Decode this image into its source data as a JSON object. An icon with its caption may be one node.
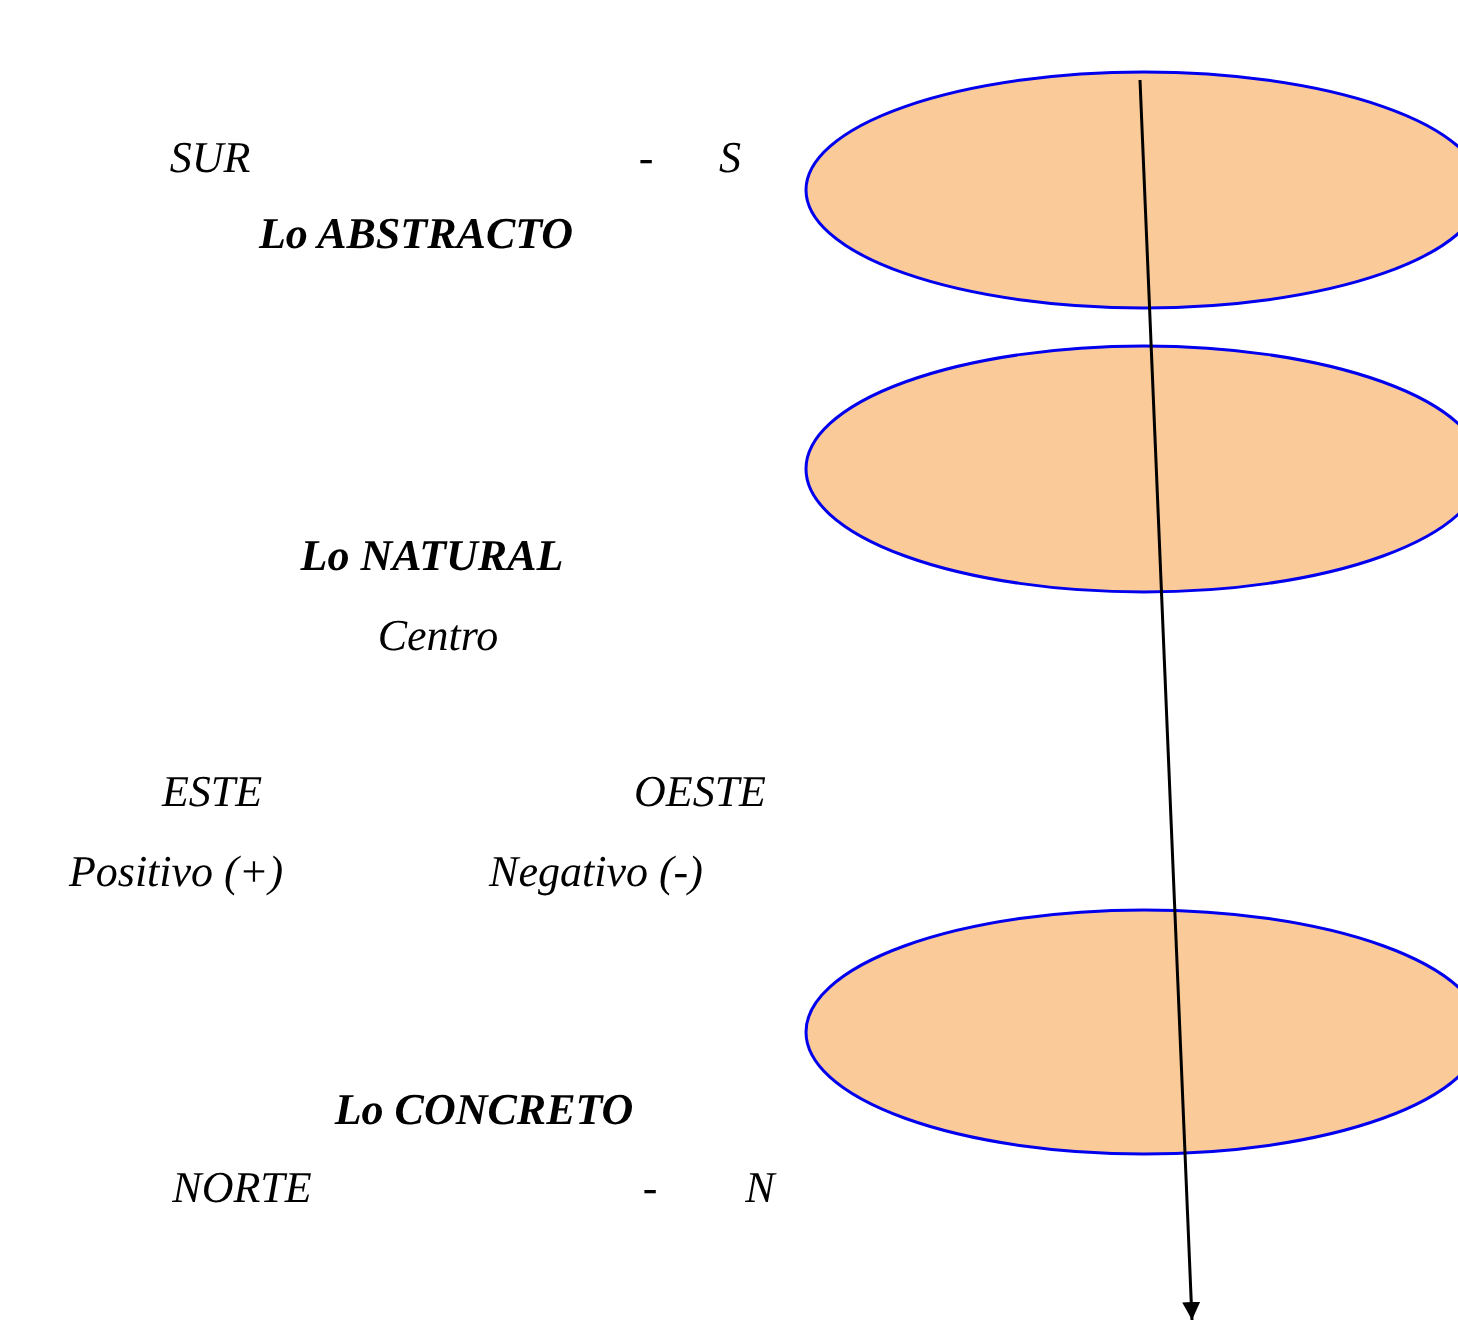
{
  "diagram": {
    "nodes": [
      {
        "text": [],
        "shape": "ellipse"
      },
      {
        "text": [],
        "shape": "ellipse"
      },
      {
        "text": [],
        "shape": "ellipse"
      }
    ],
    "labels": [
      "SUR",
      "-",
      "S",
      "Lo ABSTRACTO",
      "Lo NATURAL",
      "Centro",
      "ESTE",
      "OESTE",
      "Positivo (+)",
      "Negativo (-)",
      "Lo CONCRETO",
      "NORTE",
      "-",
      "N"
    ]
  }
}
